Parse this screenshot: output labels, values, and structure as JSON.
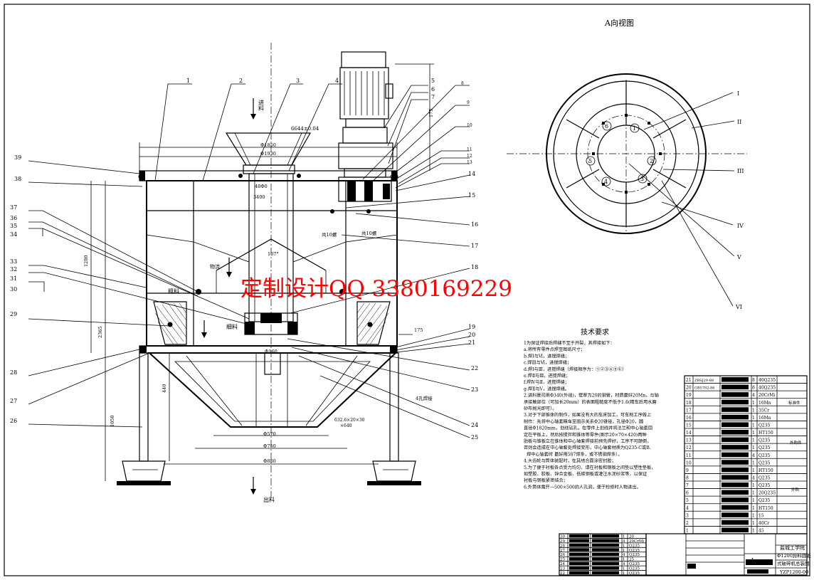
{
  "view_title": "A向视图",
  "watermark": "定制设计QQ  3380169229",
  "flow_labels": {
    "inlet": "进料",
    "coarse": "粗料",
    "fine": "细料",
    "coarse_flow": "物流",
    "outlet": "出料"
  },
  "part_numbers_left": [
    "39",
    "38",
    "37",
    "36",
    "35",
    "34",
    "33",
    "32",
    "31",
    "30",
    "29",
    "28",
    "27",
    "26"
  ],
  "part_numbers_top": [
    "1",
    "2",
    "3",
    "4",
    "5",
    "6",
    "7",
    "8",
    "9",
    "10",
    "11",
    "12",
    "13",
    "14",
    "15",
    "16",
    "17",
    "18",
    "19",
    "20",
    "21",
    "22",
    "23",
    "24",
    "25"
  ],
  "section_labels": [
    "I",
    "II",
    "III",
    "IV",
    "V",
    "VI"
  ],
  "circle_numbers": [
    "1",
    "2",
    "3",
    "4",
    "5",
    "6"
  ],
  "dimensions": {
    "top_width": "6644±0.04",
    "d1850": "Φ1850",
    "d1930": "Φ1930",
    "d486": "48Φ0",
    "d3400": "3400",
    "d570": "Φ570",
    "d750": "Φ750",
    "d880": "Φ880",
    "h175": "175",
    "h1280": "1280",
    "h2365": "2365",
    "h440": "440",
    "h1050": "1050",
    "angle": "107°",
    "plate": "632.6×20×30\n×640"
  },
  "tech_req": {
    "title": "技术要求",
    "lines": [
      "1为保证焊接后焊缝不至于开裂，其焊接如下：",
      "a.将所有零件点焊至图纸尺寸；",
      "b.焊Ⅰ与Ⅵ，进搅焊缝；",
      "c.焊Ⅲ与Ⅵ，进搅焊缝；",
      "d.焊Ⅰ与Ⅲ，进搅焊缝（焊接顺序为：①②③④⑤⑥）",
      "e.焊Ⅱ与Ⅲ，进搅焊缝；",
      "f.焊Ⅳ与Ⅱ，进搅焊缝；",
      "g.焊Ⅱ与Ⅴ，进搅焊缝。",
      "2.进料管可用Φ340(外径)，壁厚为20的钢管，材质最好20Mn，与轴",
      "承接触部位（可加长20mm）的表面粗糙度不低于1.6(精车后用水磨",
      "砂布抛光即可）。",
      "3.对于下部锥体的制作，如果没有大的车床加工，可车削工序做上",
      "制作：先将中心轴套精车至图示关系Φ20锥径，孔径Φ20，圆",
      "直径Φ1820mm，划线钻孔，在零件上划线并将法兰和中心轴套固",
      "定在平板上，然后按搅拌和锥体等零件(图示20×70×420)两种",
      "肋板与锥板立在锥体和中心轴套焊接前预先焊好，工序不可颠倒，",
      "否则会造成在中心轴套处焊接变形，中心轴套材质为Q235-C或B.",
      "    焊中心轴套时 最好用507焊条，或不锈钢焊条）。",
      "4.大齿轮与筒体装配时，在其结合面涂密封胶；",
      "5.为了便于衬板各点受力均匀，请在衬板和钢板之间垫以塑性垫板，",
      "如塑胶、胶板、锌合金板、低碳钢板或灌注水泥砂浆等，以保证",
      "衬板与钢板紧密结合；",
      "6.外筒体需开—500×500的人孔洞，便于检修时人物进出。"
    ]
  },
  "title_block": {
    "school": "盐城工学院",
    "drawing_name_1": "Φ1200异料圆锥",
    "drawing_name_2": "式破碎机总装图",
    "drawing_no": "YZP1200-00",
    "scale": "1",
    "sheet_label": "I"
  },
  "bom_right": [
    {
      "no": "21",
      "code": "ZBSJ29-88",
      "qty": "8",
      "mat": "40Q235"
    },
    {
      "no": "20",
      "code": "GB5782-86",
      "qty": "8",
      "mat": "40Q235"
    },
    {
      "no": "19",
      "code": "",
      "qty": "4",
      "mat": "20CrMi"
    },
    {
      "no": "18",
      "code": "",
      "qty": "1",
      "mat": "16Mn"
    },
    {
      "no": "17",
      "code": "",
      "qty": "1",
      "mat": "35Cr"
    },
    {
      "no": "16",
      "code": "",
      "qty": "1",
      "mat": "16Mn"
    },
    {
      "no": "15",
      "code": "",
      "qty": "1",
      "mat": "Q235"
    },
    {
      "no": "14",
      "code": "",
      "qty": "1",
      "mat": "HT150"
    },
    {
      "no": "13",
      "code": "",
      "qty": "1",
      "mat": "Q235"
    },
    {
      "no": "12",
      "code": "",
      "qty": "1",
      "mat": "Q235"
    },
    {
      "no": "11",
      "code": "",
      "qty": "4",
      "mat": "Q235"
    },
    {
      "no": "10",
      "code": "",
      "qty": "1",
      "mat": "Q235"
    },
    {
      "no": "9",
      "code": "",
      "qty": "1",
      "mat": "HT150"
    },
    {
      "no": "8",
      "code": "",
      "qty": "4",
      "mat": "Q235"
    },
    {
      "no": "7",
      "code": "",
      "qty": "1",
      "mat": "Q235"
    },
    {
      "no": "6",
      "code": "",
      "qty": "1",
      "mat": "20Q235"
    },
    {
      "no": "5",
      "code": "",
      "qty": "1",
      "mat": "Q235"
    },
    {
      "no": "4",
      "code": "",
      "qty": "1",
      "mat": "HT150"
    },
    {
      "no": "3",
      "code": "",
      "qty": "1",
      "mat": "15"
    },
    {
      "no": "2",
      "code": "",
      "qty": "1",
      "mat": "40Cr"
    },
    {
      "no": "1",
      "code": "",
      "qty": "1",
      "mat": "45"
    }
  ],
  "bom_bottom": [
    {
      "no": "30",
      "qty": "1",
      "mat": "20"
    },
    {
      "no": "29",
      "qty": "4",
      "mat": "20CrMi"
    },
    {
      "no": "28",
      "qty": "1",
      "mat": "Q235"
    },
    {
      "no": "27",
      "qty": "1",
      "mat": "Q235"
    },
    {
      "no": "26",
      "qty": "4",
      "mat": "Q235"
    },
    {
      "no": "25",
      "qty": "1",
      "mat": "25"
    },
    {
      "no": "24",
      "qty": "4",
      "mat": "Q235"
    },
    {
      "no": "23",
      "qty": "1",
      "mat": "Q235"
    },
    {
      "no": "22",
      "qty": "1",
      "mat": "Q235"
    }
  ],
  "bom_side_labels": {
    "standard": "标准件",
    "outsourced": "外购件",
    "purchased": "外购"
  }
}
